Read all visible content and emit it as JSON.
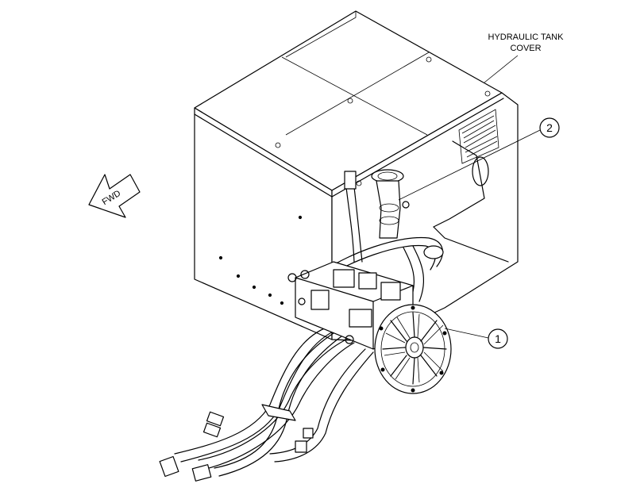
{
  "callouts": {
    "tank_cover_line1": "HYDRAULIC TANK",
    "tank_cover_line2": "COVER",
    "item1": "1",
    "item2": "2",
    "fwd": "FWD"
  },
  "colors": {
    "ink": "#000000",
    "paper": "#ffffff"
  }
}
